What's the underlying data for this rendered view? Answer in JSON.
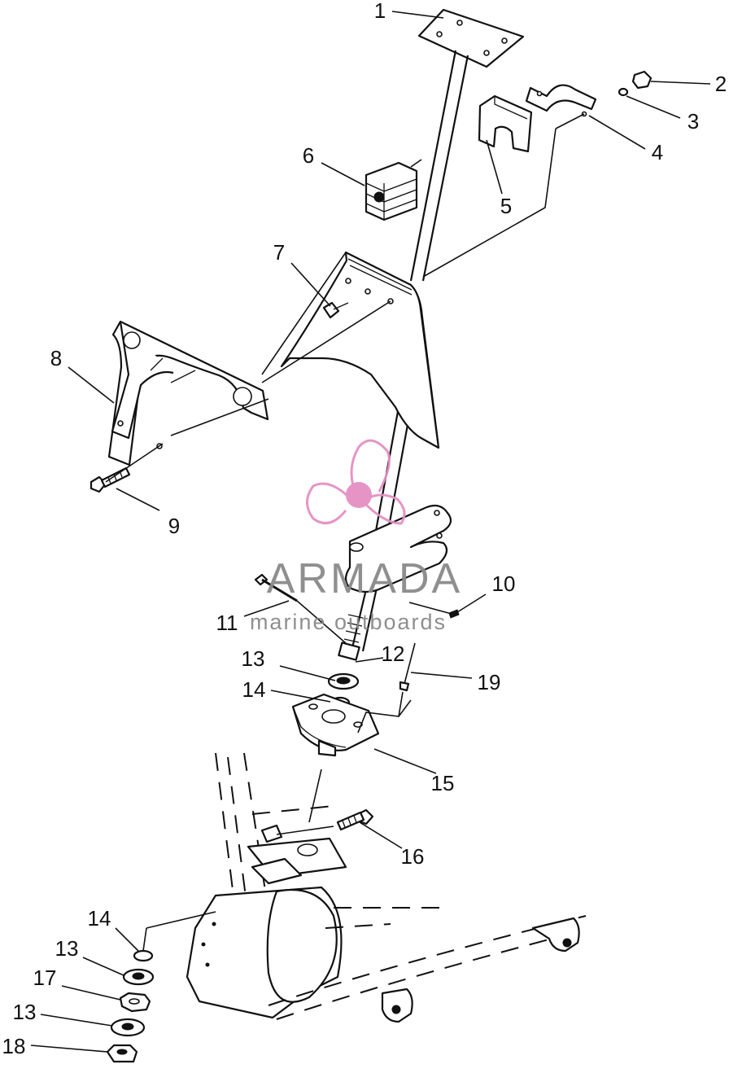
{
  "callouts": [
    {
      "id": "c1",
      "label": "1"
    },
    {
      "id": "c2",
      "label": "2"
    },
    {
      "id": "c3",
      "label": "3"
    },
    {
      "id": "c4",
      "label": "4"
    },
    {
      "id": "c5",
      "label": "5"
    },
    {
      "id": "c6",
      "label": "6"
    },
    {
      "id": "c7",
      "label": "7"
    },
    {
      "id": "c8",
      "label": "8"
    },
    {
      "id": "c9",
      "label": "9"
    },
    {
      "id": "c10",
      "label": "10"
    },
    {
      "id": "c11",
      "label": "11"
    },
    {
      "id": "c12",
      "label": "12"
    },
    {
      "id": "c13a",
      "label": "13"
    },
    {
      "id": "c14a",
      "label": "14"
    },
    {
      "id": "c15",
      "label": "15"
    },
    {
      "id": "c16",
      "label": "16"
    },
    {
      "id": "c19",
      "label": "19"
    },
    {
      "id": "c14b",
      "label": "14"
    },
    {
      "id": "c13b",
      "label": "13"
    },
    {
      "id": "c17",
      "label": "17"
    },
    {
      "id": "c13c",
      "label": "13"
    },
    {
      "id": "c18",
      "label": "18"
    }
  ],
  "watermark": {
    "brand": "ARMADA",
    "tagline": "marine outboards",
    "color": "#e58fc4",
    "text_color": "#8a8a8a"
  }
}
